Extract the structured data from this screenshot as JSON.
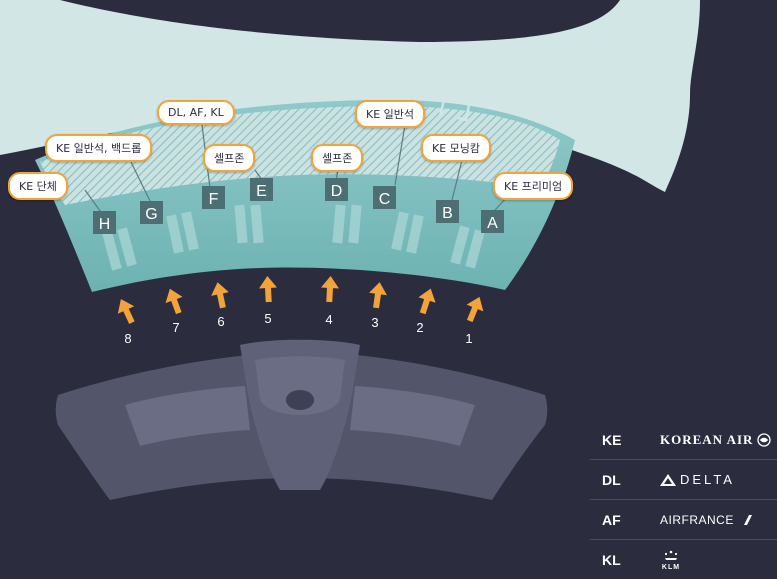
{
  "counters": [
    {
      "letter": "H",
      "callout": "KE 단체"
    },
    {
      "letter": "G",
      "callout": "KE 일반석, 백드롭"
    },
    {
      "letter": "F",
      "callout": "DL, AF, KL"
    },
    {
      "letter": "E",
      "callout": "셀프존"
    },
    {
      "letter": "D",
      "callout": "셀프존"
    },
    {
      "letter": "C",
      "callout": "KE 일반석"
    },
    {
      "letter": "B",
      "callout": "KE 모닝캄"
    },
    {
      "letter": "A",
      "callout": "KE 프리미엄"
    }
  ],
  "entrances": [
    "8",
    "7",
    "6",
    "5",
    "4",
    "3",
    "2",
    "1"
  ],
  "legend": [
    {
      "code": "KE",
      "name": "KOREAN AIR"
    },
    {
      "code": "DL",
      "name": "DELTA"
    },
    {
      "code": "AF",
      "name": "AIRFRANCE"
    },
    {
      "code": "KL",
      "name": "KLM"
    }
  ],
  "colors": {
    "background": "#2b2d3f",
    "terminal_floor": "#7cc0bf",
    "upper_building": "#d2e6e6",
    "accent_orange": "#f2a33a",
    "counter_box": "#4d6e73",
    "parking": "#53566b"
  }
}
